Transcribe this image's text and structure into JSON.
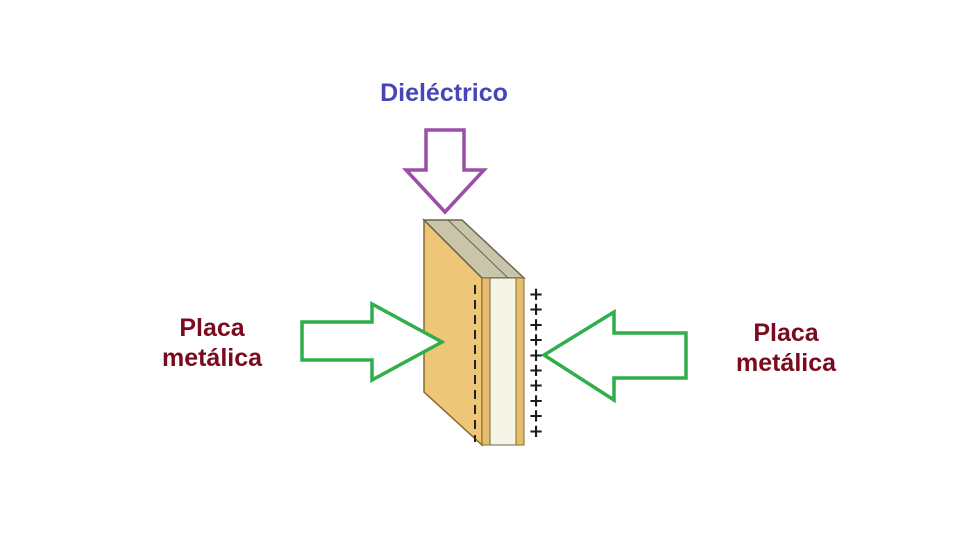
{
  "labels": {
    "dielectric": "Dieléctrico",
    "left_plate": [
      "Placa",
      "metálica"
    ],
    "right_plate": [
      "Placa",
      "metálica"
    ]
  },
  "charge_sign": "+",
  "charge_count": 10,
  "icons": {
    "dielectric_arrow": "arrow-down-icon",
    "left_arrow": "arrow-right-icon",
    "right_arrow": "arrow-left-icon"
  },
  "colors": {
    "dielectric_label": "#4646b8",
    "plate_label": "#7a0a1e",
    "dielectric_arrow": "#9c4fa8",
    "plate_arrows": "#2fae4a",
    "plate_face": "#edc777",
    "dielectric_face": "#f6f4e6",
    "top_edge": "#c9c5ab"
  }
}
